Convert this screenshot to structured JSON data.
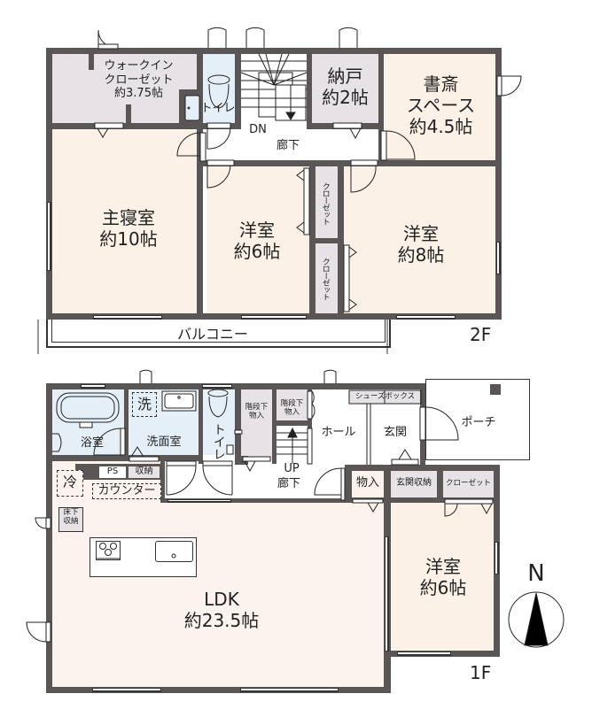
{
  "floor2": {
    "floor_label": "2F",
    "rooms": {
      "walkin_closet": {
        "line1": "ウォークイン",
        "line2": "クローゼット",
        "line3": "約3.75帖"
      },
      "toilet": {
        "name": "トイレ"
      },
      "stairs": {
        "direction": "DN"
      },
      "storage": {
        "name": "納戸",
        "size": "約2帖"
      },
      "study": {
        "line1": "書斎",
        "line2": "スペース",
        "size": "約4.5帖"
      },
      "hallway": {
        "name": "廊下"
      },
      "master_bedroom": {
        "name": "主寝室",
        "size": "約10帖"
      },
      "western_room_6": {
        "name": "洋室",
        "size": "約6帖"
      },
      "closet_a": {
        "name": "クローゼット"
      },
      "closet_b": {
        "name": "クローゼット"
      },
      "western_room_8": {
        "name": "洋室",
        "size": "約8帖"
      },
      "balcony": {
        "name": "バルコニー"
      }
    }
  },
  "floor1": {
    "floor_label": "1F",
    "rooms": {
      "bathroom": {
        "name": "浴室"
      },
      "washroom": {
        "name": "洗面室",
        "washer": "洗"
      },
      "toilet": {
        "name": "トイレ"
      },
      "under_stair_storage_a": {
        "line1": "階段下",
        "line2": "物入"
      },
      "under_stair_storage_b": {
        "line1": "階段下",
        "line2": "物入"
      },
      "stairs": {
        "direction": "UP"
      },
      "hallway": {
        "name": "廊下"
      },
      "hall": {
        "name": "ホール"
      },
      "shoe_box": {
        "name": "シューズボックス"
      },
      "entrance": {
        "name": "玄関"
      },
      "porch": {
        "name": "ポーチ"
      },
      "storage": {
        "name": "物入"
      },
      "entrance_storage": {
        "name": "玄関収納"
      },
      "closet": {
        "name": "クローゼット"
      },
      "ps": {
        "name": "PS"
      },
      "shuno": {
        "name": "収納"
      },
      "fridge": {
        "name": "冷"
      },
      "counter": {
        "name": "カウンター"
      },
      "underfloor_storage": {
        "line1": "床下",
        "line2": "収納"
      },
      "ldk": {
        "name": "LDK",
        "size": "約23.5帖"
      },
      "western_room_6": {
        "name": "洋室",
        "size": "約6帖"
      }
    }
  },
  "compass": {
    "label": "N"
  },
  "colors": {
    "wall": "#5a5656",
    "bedroom_floor": "#fbf1e6",
    "ldk_floor": "#fcf2ee",
    "storage_floor": "#e6e2e6",
    "wet_area_floor": "#e4eff8"
  }
}
